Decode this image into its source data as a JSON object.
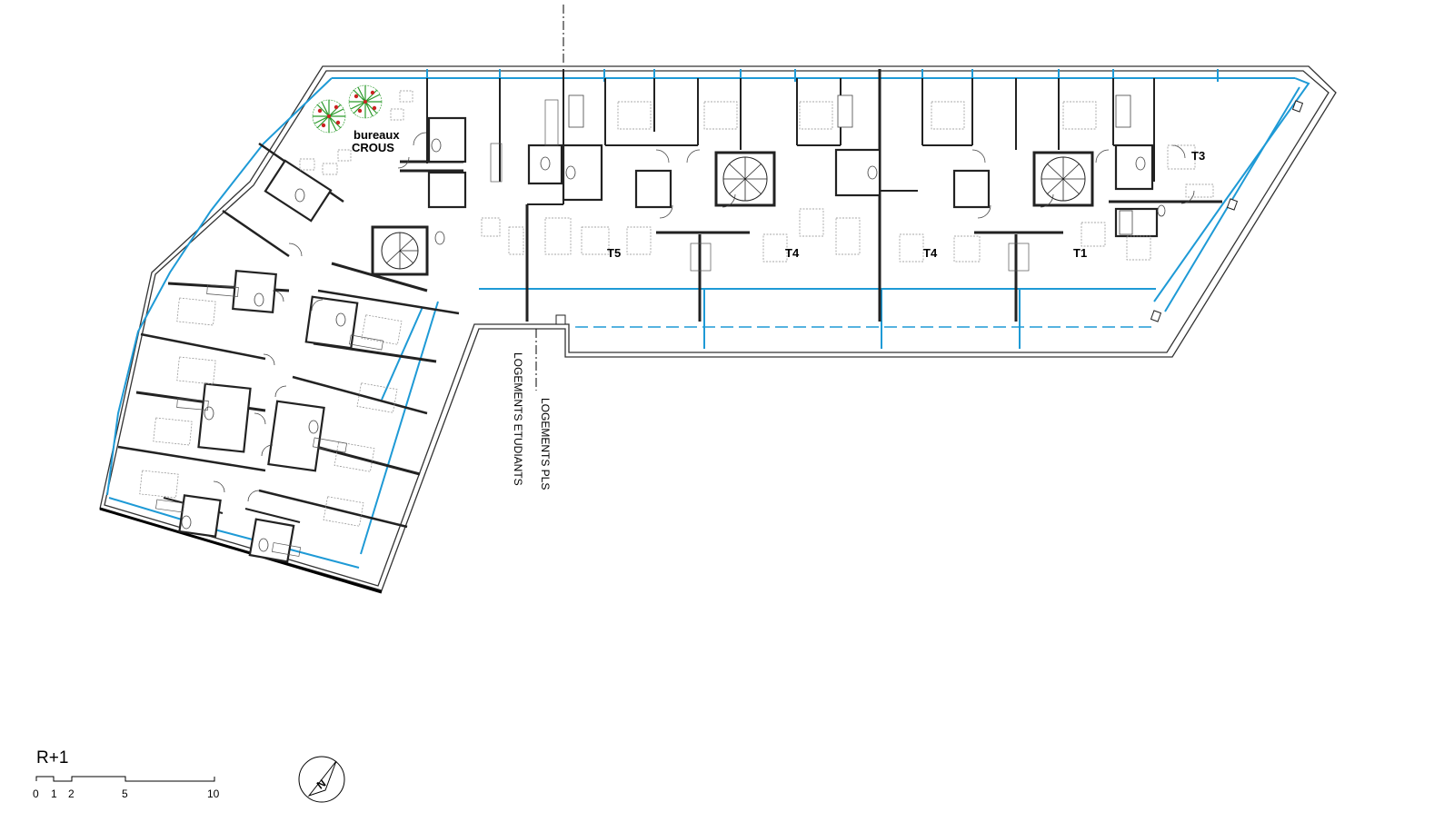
{
  "plan": {
    "level": "R+1",
    "office_label": {
      "line1": "bureaux",
      "line2": "CROUS"
    },
    "unit_labels": [
      "T5",
      "T4",
      "T4",
      "T1",
      "T3"
    ],
    "zone_labels": {
      "upper": "LOGEMENTS PLS",
      "lower": "LOGEMENTS ETUDIANTS"
    },
    "scale_bar": {
      "ticks": [
        "0",
        "1",
        "2",
        "5",
        "10"
      ]
    },
    "north_arrow": {
      "letter": "N"
    },
    "colors": {
      "facade": "#1e9ad6",
      "walls": "#222222",
      "furniture": "#8a8a8a",
      "trees": "#2a9a2a",
      "tree_dots": "#cc2222"
    }
  }
}
